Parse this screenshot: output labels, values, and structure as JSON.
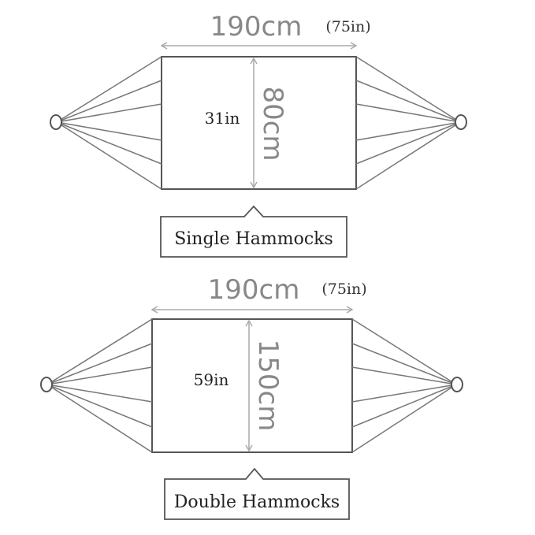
{
  "single": {
    "length_label": "190cm",
    "length_inch_label": "(75in)",
    "width_label": "80cm",
    "width_inch_label": "31in",
    "caption": "Single Hammocks"
  },
  "double": {
    "length_label": "190cm",
    "length_inch_label": "(75in)",
    "width_label": "150cm",
    "width_inch_label": "59in",
    "caption": "Double Hammocks"
  },
  "colors": {
    "outline": "#555555",
    "dimension": "#aaaaaa",
    "label": "#888888",
    "text": "#222222"
  }
}
